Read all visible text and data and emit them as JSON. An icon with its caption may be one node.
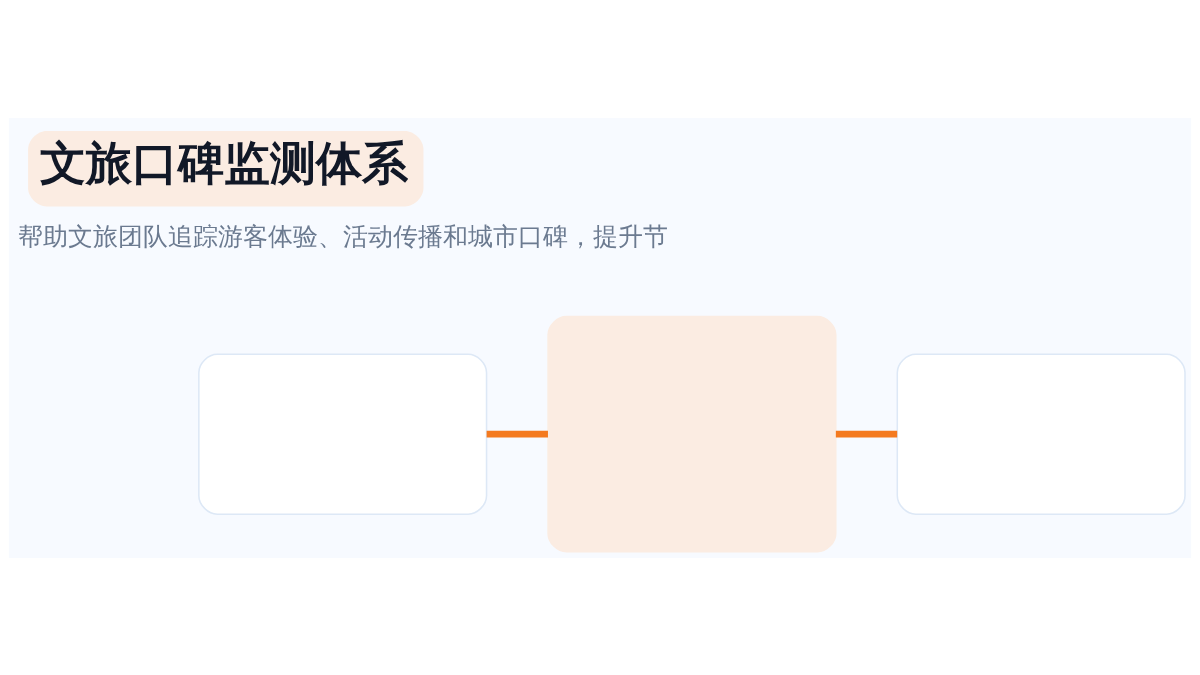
{
  "diagram": {
    "title": "文旅口碑监测体系",
    "nodes": [
      {
        "text": [],
        "shape": "box"
      },
      {
        "text": [],
        "shape": "box"
      },
      {
        "text": [],
        "shape": "box"
      }
    ],
    "edges": [
      {
        "from": 0,
        "to": 1,
        "arrow": "none"
      },
      {
        "from": 1,
        "to": 2,
        "arrow": "none"
      }
    ],
    "labels": [
      "帮助文旅团队追踪游客体验、活动传播和城市口碑，提升节"
    ]
  }
}
